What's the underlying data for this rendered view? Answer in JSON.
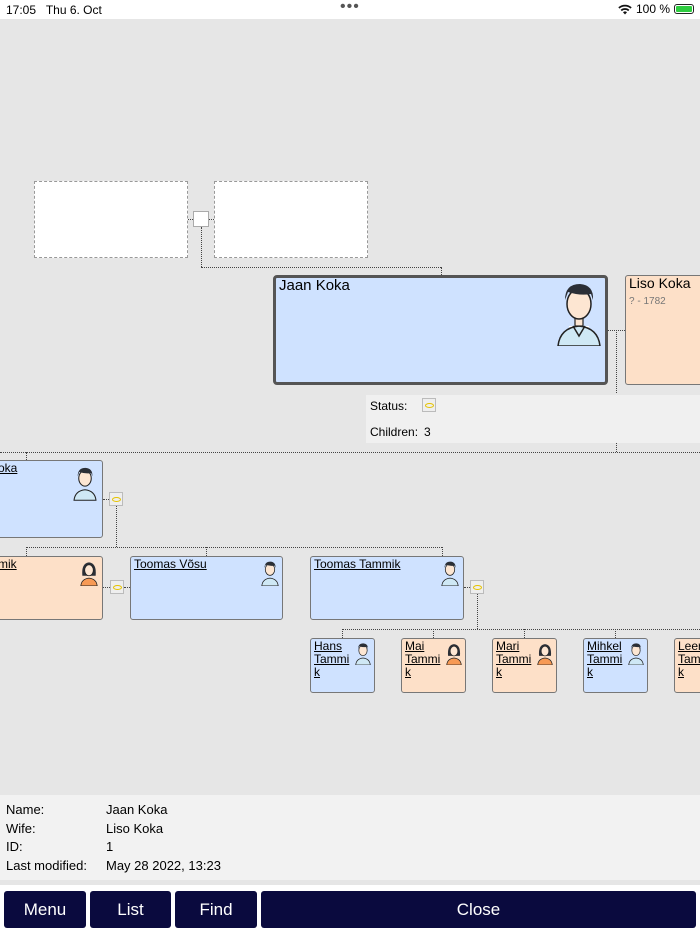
{
  "statusbar": {
    "time": "17:05",
    "date": "Thu 6. Oct",
    "battery": "100 %"
  },
  "tree": {
    "main": {
      "name": "Jaan Koka",
      "gender": "male"
    },
    "spouse": {
      "name": "Liso Koka",
      "dates": "? - 1782",
      "gender": "female"
    },
    "marriage": {
      "status_label": "Status:",
      "children_label": "Children:",
      "children_count": "3",
      "status_icon": "ring-icon"
    },
    "children": [
      {
        "name": "oka",
        "gender": "male"
      },
      {
        "name": "mik",
        "gender": "female"
      },
      {
        "name": "Toomas Võsu",
        "gender": "male"
      },
      {
        "name": "Toomas Tammik",
        "gender": "male"
      }
    ],
    "grandchildren": [
      {
        "name": "Hans Tammi k",
        "gender": "male"
      },
      {
        "name": "Mai Tammi k",
        "gender": "female"
      },
      {
        "name": "Mari Tammi k",
        "gender": "female"
      },
      {
        "name": "Mihkel Tammi k",
        "gender": "male"
      },
      {
        "name": "Leer Tam k",
        "gender": "female"
      }
    ]
  },
  "info": {
    "name_label": "Name:",
    "name_value": "Jaan Koka",
    "wife_label": "Wife:",
    "wife_value": "Liso Koka",
    "id_label": "ID:",
    "id_value": "1",
    "modified_label": "Last modified:",
    "modified_value": "May 28 2022, 13:23"
  },
  "toolbar": {
    "menu": "Menu",
    "list": "List",
    "find": "Find",
    "close": "Close"
  },
  "colors": {
    "male": "#cfe2ff",
    "female": "#fde0c8",
    "toolbar": "#0a0a3e"
  }
}
